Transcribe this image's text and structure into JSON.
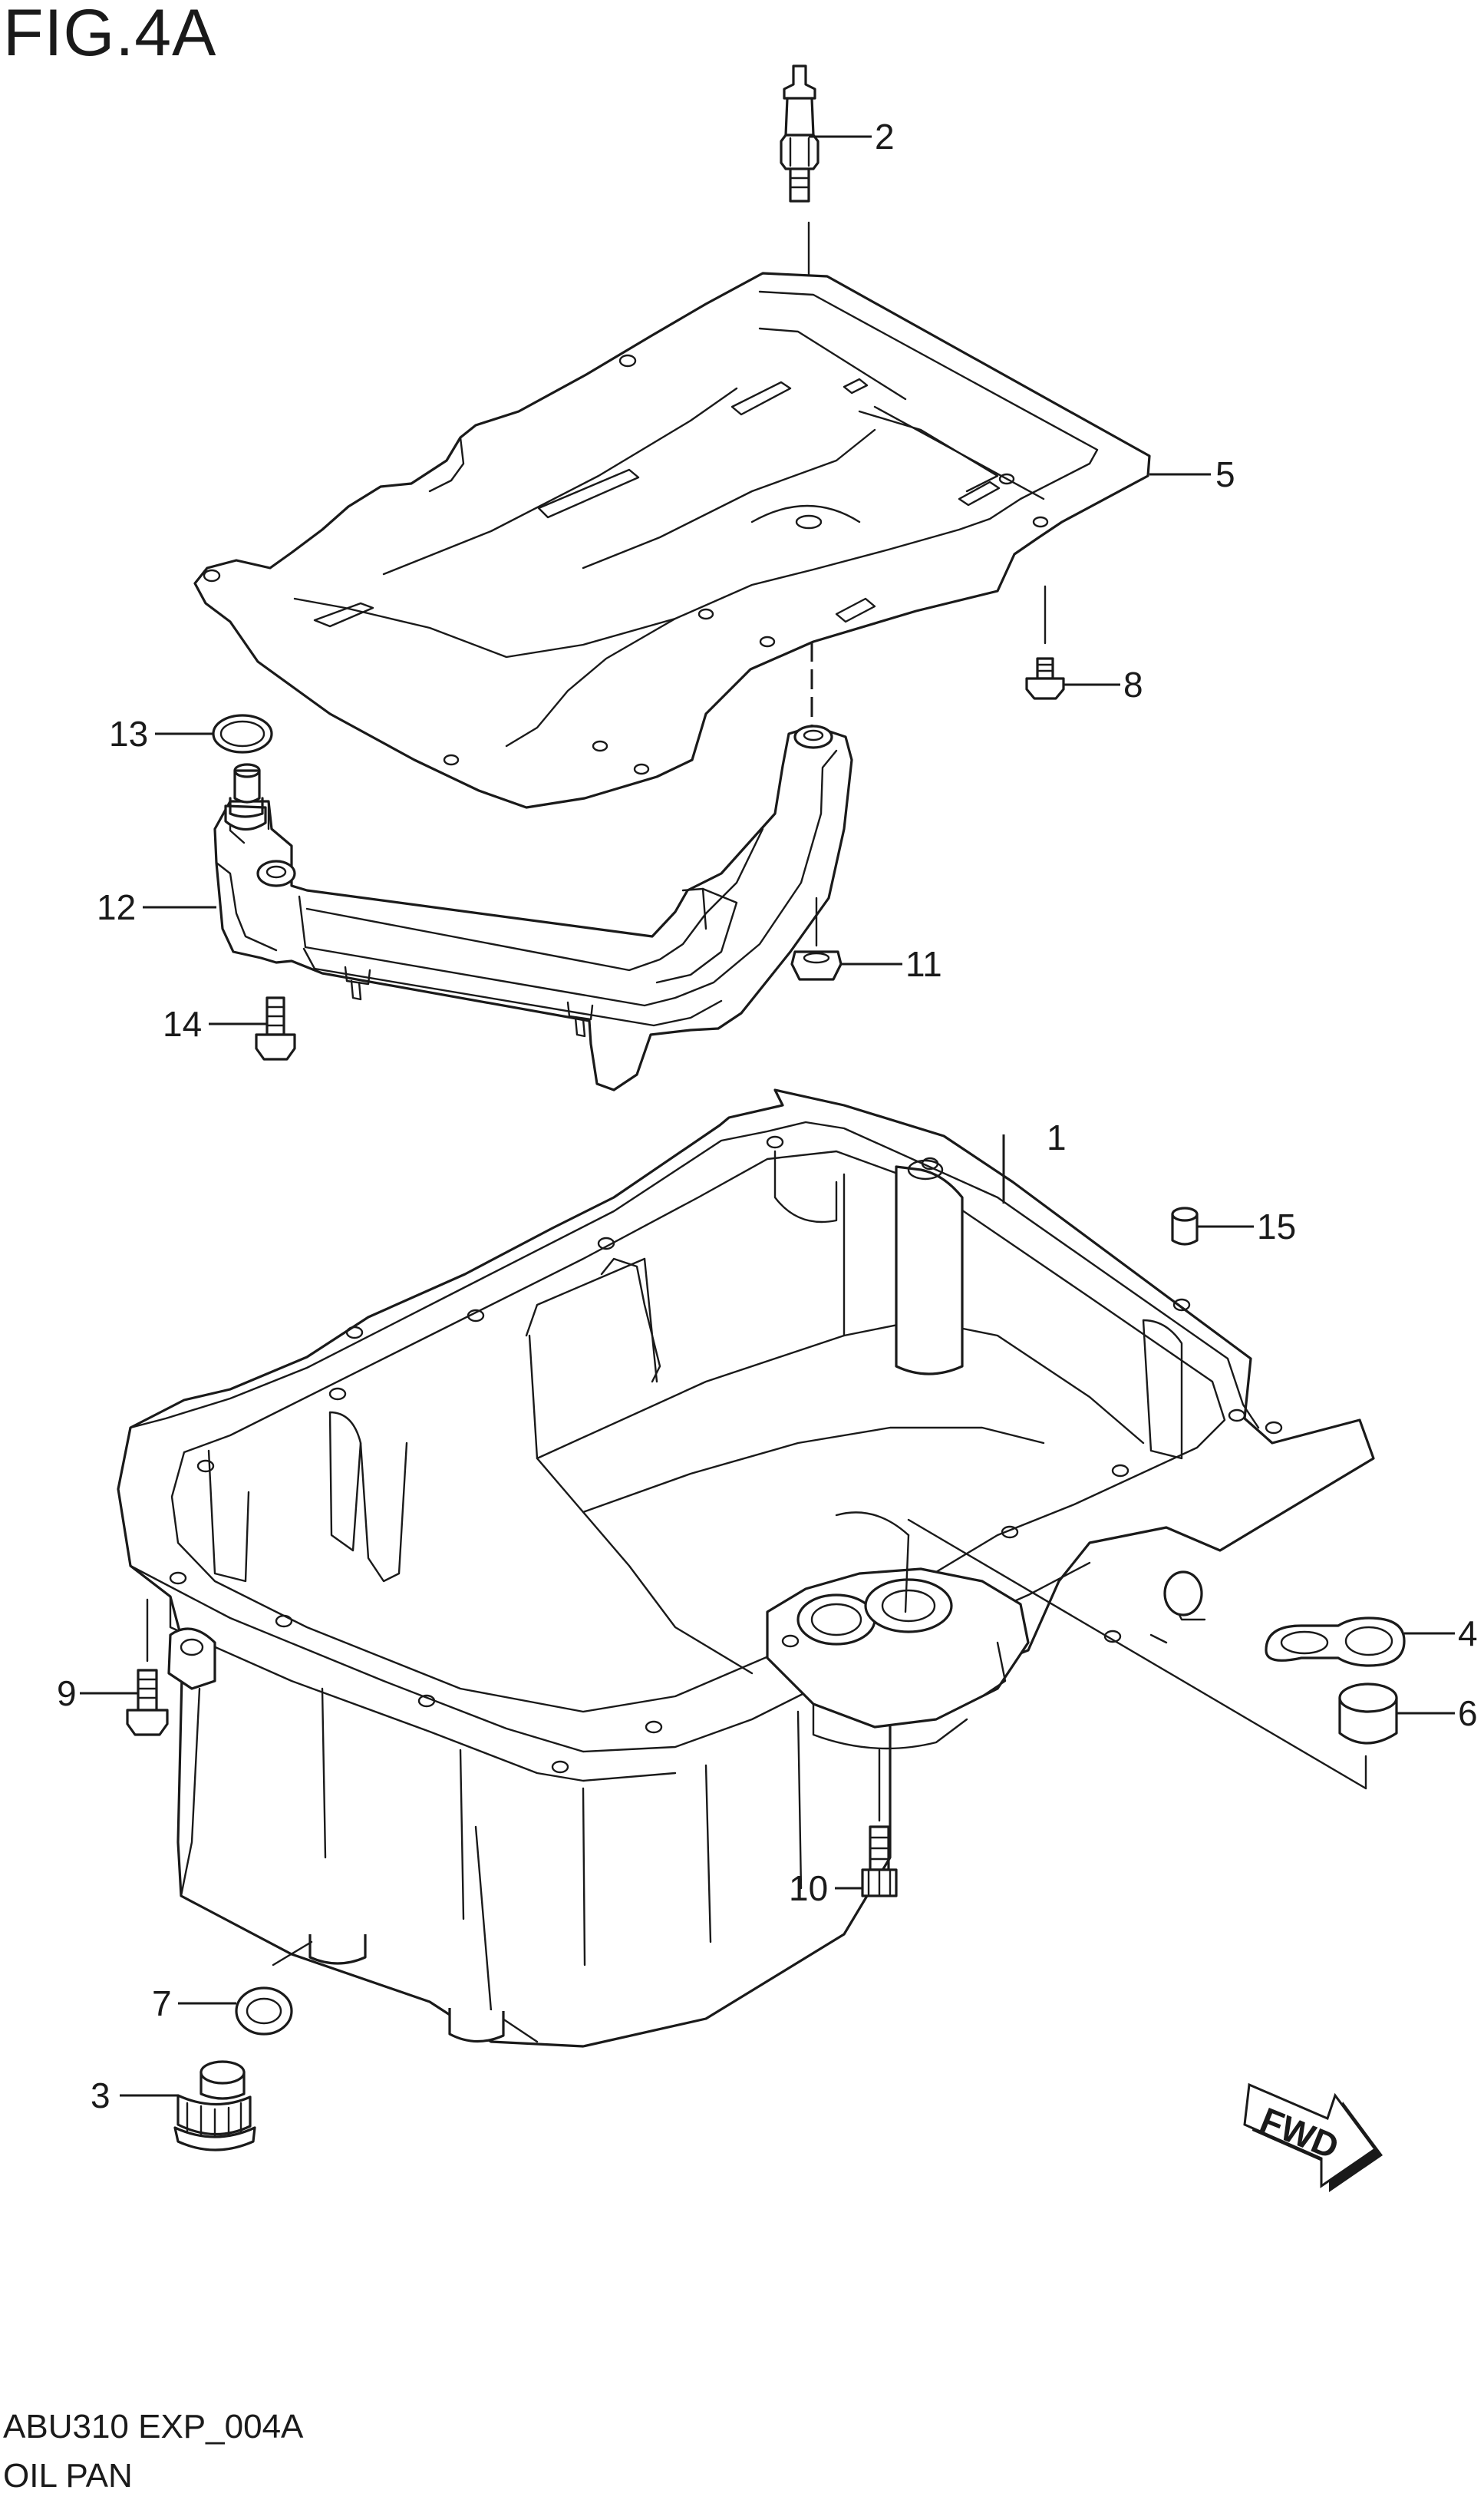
{
  "figure_title": "FIG.4A",
  "drawing_code": "ABU310 EXP_004A",
  "caption": "OIL PAN",
  "direction_badge": "FWD",
  "part_labels": {
    "p1": "1",
    "p2": "2",
    "p3": "3",
    "p4": "4",
    "p5": "5",
    "p6": "6",
    "p7": "7",
    "p8": "8",
    "p9": "9",
    "p10": "10",
    "p11": "11",
    "p12": "12",
    "p13": "13",
    "p14": "14",
    "p15": "15"
  }
}
